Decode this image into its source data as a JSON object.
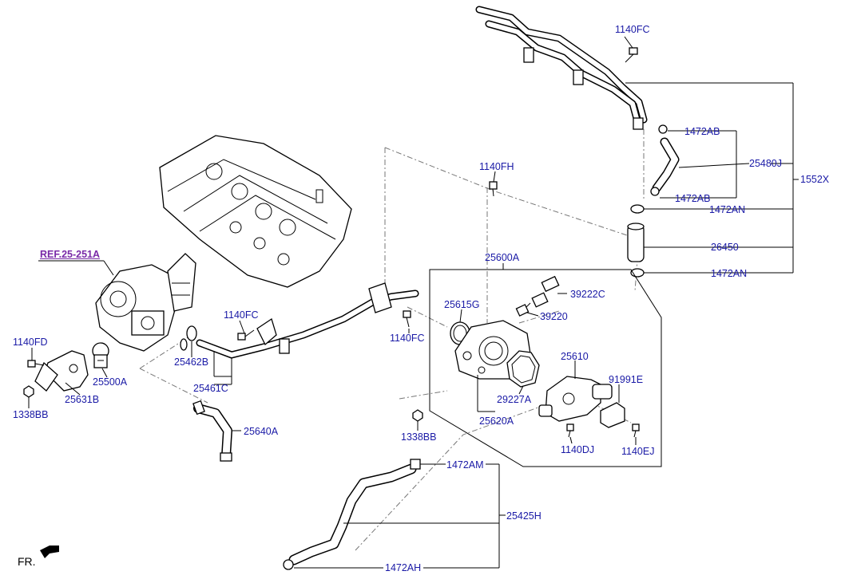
{
  "ref_label": "REF.25-251A",
  "front_label": "FR.",
  "labels": {
    "p1140FC_top": "1140FC",
    "p1472AB_a": "1472AB",
    "p25480J": "25480J",
    "p1552X": "1552X",
    "p1472AB_b": "1472AB",
    "p1472AN_a": "1472AN",
    "p26450": "26450",
    "p1472AN_b": "1472AN",
    "p1140FH": "1140FH",
    "p25600A": "25600A",
    "p25615G": "25615G",
    "p39222C": "39222C",
    "p39220": "39220",
    "p1140FC_mid": "1140FC",
    "p1140FC_r": "1140FC",
    "p1140FD": "1140FD",
    "p25462B": "25462B",
    "p25610": "25610",
    "p91991E": "91991E",
    "p25500A": "25500A",
    "p29227A": "29227A",
    "p25631B": "25631B",
    "p25461C": "25461C",
    "p1338BB_l": "1338BB",
    "p25620A": "25620A",
    "p1338BB_r": "1338BB",
    "p1140DJ": "1140DJ",
    "p1140EJ": "1140EJ",
    "p25640A": "25640A",
    "p1472AM": "1472AM",
    "p25425H": "25425H",
    "p1472AH": "1472AH"
  },
  "colors": {
    "label": "#1a1aa6",
    "ref": "#7a2aa8",
    "line": "#000000"
  }
}
